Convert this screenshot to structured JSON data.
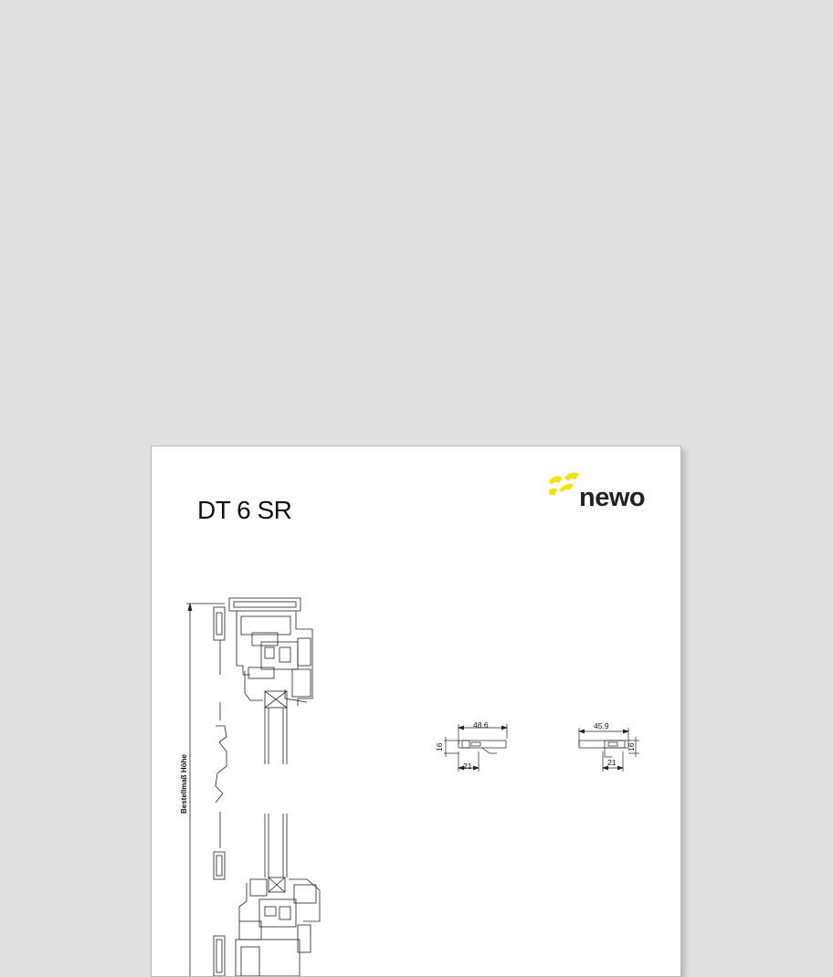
{
  "document": {
    "title": "DT 6 SR"
  },
  "logo": {
    "text": "newo",
    "accent_color": "#f5e200",
    "text_color": "#222222"
  },
  "drawing": {
    "height_label": "Bestellmaß Höhe",
    "profile_a": {
      "width_label": "48.6",
      "height_label": "16",
      "sub_label": "21"
    },
    "profile_b": {
      "width_label": "45.9",
      "height_label": "16",
      "sub_label": "21"
    }
  },
  "colors": {
    "background": "#e0e0e0",
    "sheet": "#ffffff",
    "line": "#222222"
  }
}
